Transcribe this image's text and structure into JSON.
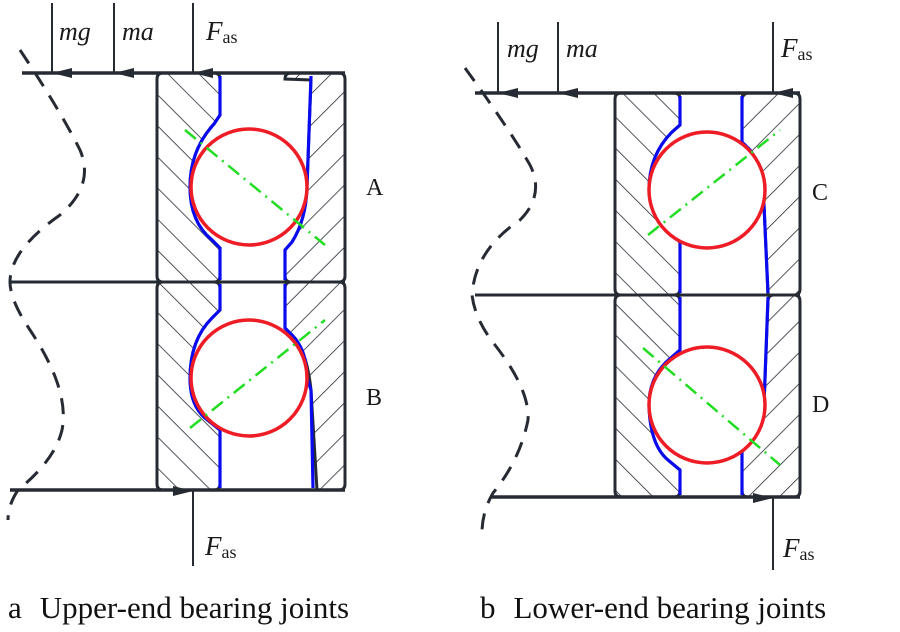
{
  "panels": [
    {
      "id": "a",
      "caption_letter": "a",
      "caption": "Upper-end bearing joints",
      "top_loads": [
        {
          "symbol": "mg",
          "direction": "down"
        },
        {
          "symbol": "ma",
          "direction": "down"
        },
        {
          "symbol": "F",
          "subscript": "as",
          "direction": "down"
        }
      ],
      "bottom_load": {
        "symbol": "F",
        "subscript": "as",
        "direction": "up"
      },
      "bearings": [
        {
          "label": "A",
          "contact_angle_direction": "down-right"
        },
        {
          "label": "B",
          "contact_angle_direction": "up-right"
        }
      ]
    },
    {
      "id": "b",
      "caption_letter": "b",
      "caption": "Lower-end bearing joints",
      "top_loads": [
        {
          "symbol": "mg",
          "direction": "down"
        },
        {
          "symbol": "ma",
          "direction": "down"
        },
        {
          "symbol": "F",
          "subscript": "as",
          "direction": "down"
        }
      ],
      "bottom_load": {
        "symbol": "F",
        "subscript": "as",
        "direction": "up"
      },
      "bearings": [
        {
          "label": "C",
          "contact_angle_direction": "up-right"
        },
        {
          "label": "D",
          "contact_angle_direction": "down-right"
        }
      ]
    }
  ],
  "colors": {
    "outline": "#262b33",
    "ball": "#ee1c24",
    "raceway": "#0a0aee",
    "contact_line": "#22dd22",
    "hatch": "#262b33"
  }
}
